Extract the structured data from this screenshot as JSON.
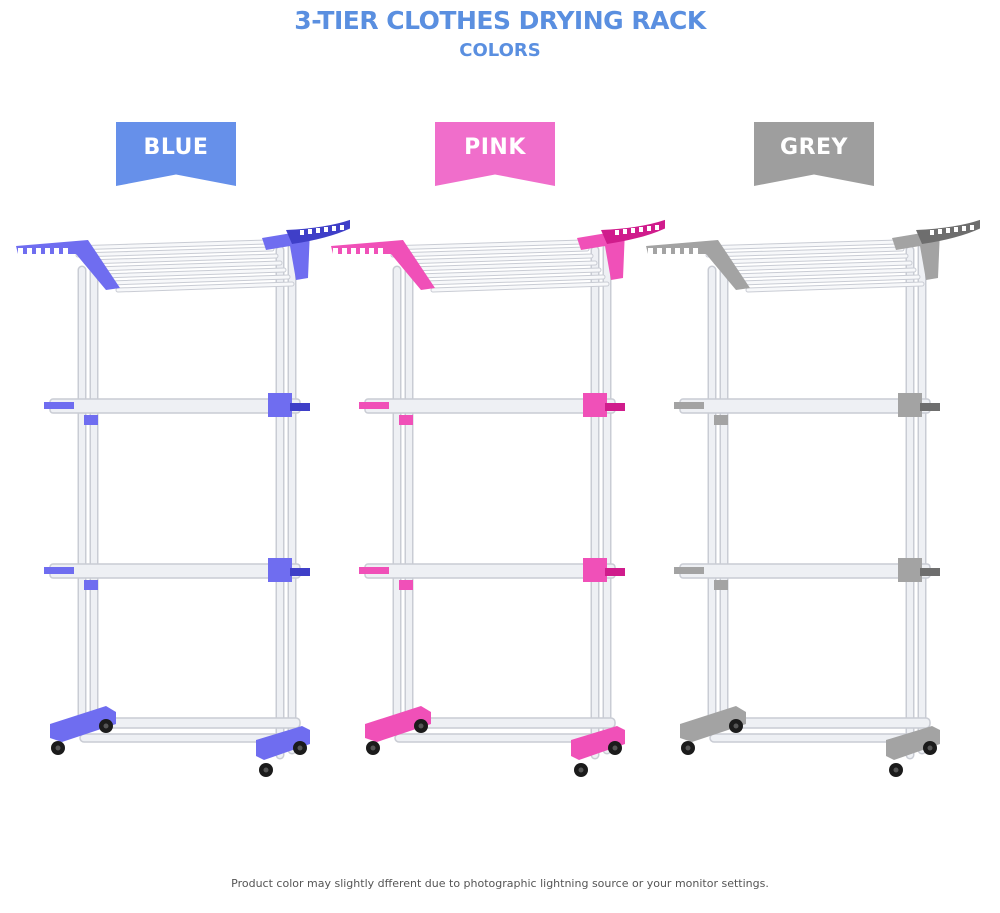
{
  "title": "3-TIER CLOTHES DRYING RACK",
  "subtitle": "COLORS",
  "colors": [
    {
      "label": "BLUE",
      "banner_color": "#6690ea",
      "part_color": "#6f6df0",
      "part_dark": "#3f3fc8"
    },
    {
      "label": "PINK",
      "banner_color": "#f06ecb",
      "part_color": "#f050b8",
      "part_dark": "#d01c8c"
    },
    {
      "label": "GREY",
      "banner_color": "#9e9e9e",
      "part_color": "#a3a3a3",
      "part_dark": "#6e6e6e"
    }
  ],
  "disclaimer": "Product color may slightly dfferent due to photographic lightning source or your monitor settings."
}
